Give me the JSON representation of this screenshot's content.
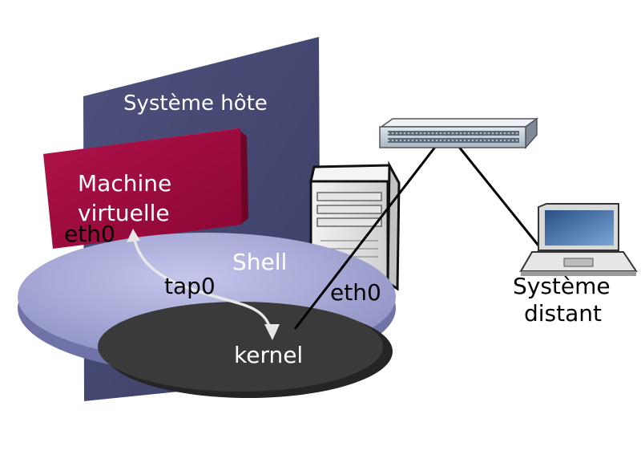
{
  "labels": {
    "host_system": "Système hôte",
    "vm_line1": "Machine",
    "vm_line2": "virtuelle",
    "vm_eth0": "eth0",
    "shell": "Shell",
    "tap0": "tap0",
    "host_eth0": "eth0",
    "kernel": "kernel",
    "remote_line1": "Système",
    "remote_line2": "distant"
  },
  "colors": {
    "host_panel": "#4a4e78",
    "vm_panel": "#a00a3e",
    "shell_disc": "#9a9dcc",
    "kernel_disc": "#383838",
    "network_link": "#000000"
  },
  "icons": {
    "tower": "computer-tower-icon",
    "switch": "network-switch-icon",
    "laptop": "laptop-icon"
  }
}
